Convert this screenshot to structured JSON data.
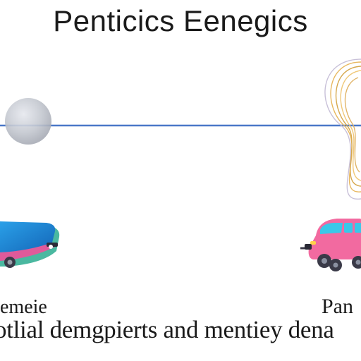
{
  "title": "Penticics Eenegics",
  "labels": {
    "left": "emeie",
    "right": "Pan"
  },
  "caption": "otlial demgpierts and mentiey dena",
  "colors": {
    "axis_line": "#4a78c8",
    "ball": "#b8bcc6",
    "orbit": "#e8b860",
    "left_car_body": "#1a8ad8",
    "left_car_trim": "#4ab8a0",
    "left_car_accent": "#e05a9a",
    "right_car_body": "#f26aa0",
    "right_car_window": "#3ac8e8",
    "tire": "#3a3a48"
  },
  "icons": {
    "left_vehicle": "flat-car-icon",
    "right_vehicle": "bus-car-icon",
    "sphere": "gray-sphere-icon",
    "orbit": "orbit-loops-icon"
  }
}
